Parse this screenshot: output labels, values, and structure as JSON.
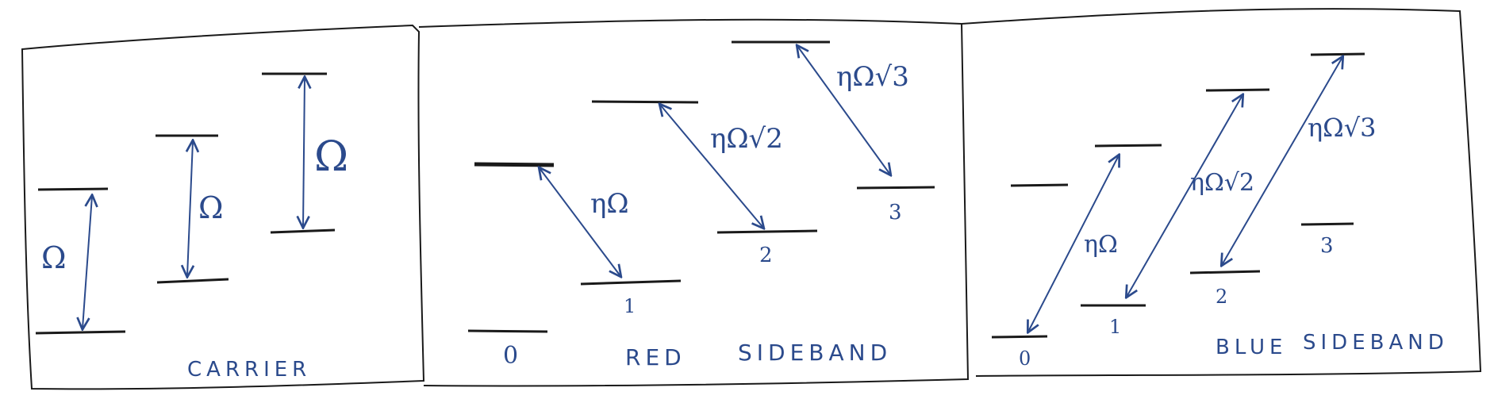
{
  "colors": {
    "ink": "#1a1a1a",
    "pen": "#2b4a8c",
    "paper": "#ffffff"
  },
  "panels": {
    "carrier": {
      "caption": "CARRIER",
      "label_left": "Ω",
      "label_mid": "Ω",
      "label_right": "Ω"
    },
    "red": {
      "caption_a": "RED",
      "caption_b": "SIDEBAND",
      "level_0": "0",
      "level_1": "1",
      "level_2": "2",
      "level_3": "3",
      "coupling_1": "ηΩ",
      "coupling_2": "ηΩ√2",
      "coupling_3": "ηΩ√3"
    },
    "blue": {
      "caption_a": "BLUE",
      "caption_b": "SIDEBAND",
      "level_0": "0",
      "level_1": "1",
      "level_2": "2",
      "level_3": "3",
      "coupling_1": "ηΩ",
      "coupling_2": "ηΩ√2",
      "coupling_3": "ηΩ√3"
    }
  }
}
